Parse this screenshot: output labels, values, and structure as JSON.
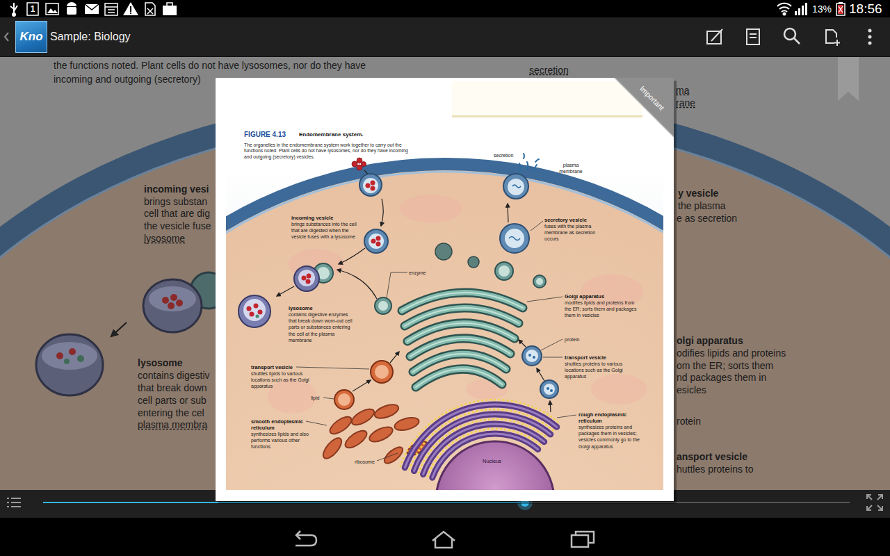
{
  "diagram": {
    "title": "Endomembrane system.",
    "caption": "The organelles in the endomembrane system work together to carry out the functions noted. Plant cells do not have lysosomes, nor do they have incoming and outgoing (secretory) vesicles.",
    "nodes": [
      {
        "text": [
          "Kno"
        ]
      },
      {
        "text": [
          "Important"
        ]
      }
    ],
    "labels": [
      "1",
      "13%",
      "18:56",
      "Sample: Biology",
      "the functions noted. Plant cells do not have lysosomes, nor do they have",
      "incoming and outgoing (secretory)",
      "secretion",
      "ma",
      "rane",
      "incoming vesi",
      "brings substan",
      "cell that are dig",
      "the vesicle fuse",
      "lysosome",
      "lysosome",
      "contains digestiv",
      "that break down",
      "cell parts or sub",
      "entering the cel",
      "plasma membra",
      "y vesicle",
      "the plasma",
      "e as secretion",
      "olgi apparatus",
      "odifies lipids and proteins",
      "om the ER; sorts them",
      "nd packages them in",
      "esicles",
      "rotein",
      "ansport vesicle",
      "huttles proteins to",
      "FIGURE 4.13",
      "secretion",
      "plasma membrane",
      "incoming vesicle",
      "brings substances into the cell that are digested when the vesicle fuses with a lysosome",
      "secretory vesicle",
      "fuses with the plasma membrane as secretion occurs",
      "enzyme",
      "Golgi apparatus",
      "modifies lipids and proteins from the ER; sorts them and packages them in vesicles",
      "lysosome",
      "contains digestive enzymes that break down worn-out cell parts or substances entering the cell at the plasma membrane",
      "protein",
      "transport vesicle",
      "shuttles proteins to various locations such as the Golgi apparatus",
      "transport vesicle",
      "shuttles lipids to various locations such as the Golgi apparatus",
      "lipid",
      "smooth endoplasmic reticulum",
      "synthesizes lipids and also performs various other functions",
      "ribosome",
      "rough endoplasmic reticulum",
      "synthesizes proteins and packages them in vesicles; vesicles commonly go to the Golgi apparatus",
      "Nucleus"
    ]
  }
}
